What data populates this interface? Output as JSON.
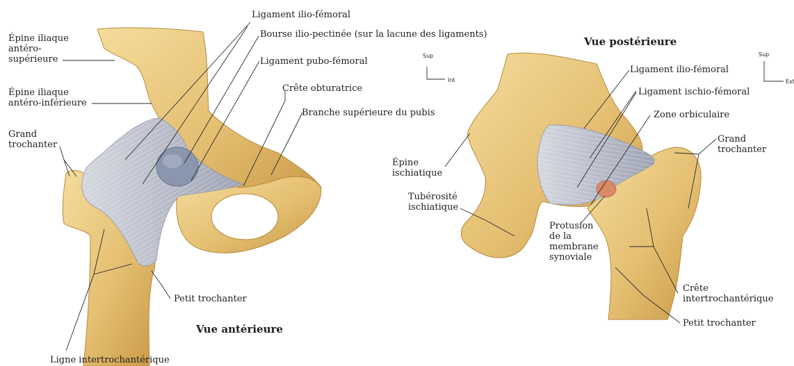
{
  "anterior": {
    "title": "Vue antérieure",
    "orientation": {
      "up": "Sup",
      "side": "Int"
    },
    "labels": {
      "epine_ant_sup": "Épine iliaque\nantéro-\nsupérieure",
      "epine_ant_inf": "Épine iliaque\nantéro-inférieure",
      "grand_trochanter": "Grand\ntrochanter",
      "ligament_ilio_femoral": "Ligament ilio-fémoral",
      "bourse": "Bourse ilio-pectinée (sur la lacune des ligaments)",
      "ligament_pubo_femoral": "Ligament pubo-fémoral",
      "crete_obturatrice": "Crête obturatrice",
      "branche_pubis": "Branche supérieure du pubis",
      "petit_trochanter": "Petit trochanter",
      "ligne_intertrochanterique": "Ligne intertrochantérique"
    }
  },
  "posterior": {
    "title": "Vue postérieure",
    "orientation": {
      "up": "Sup",
      "side": "Ext"
    },
    "labels": {
      "ligament_ilio_femoral": "Ligament ilio-fémoral",
      "ligament_ischio_femoral": "Ligament ischio-fémoral",
      "zone_orbiculaire": "Zone orbiculaire",
      "grand_trochanter": "Grand\ntrochanter",
      "epine_ischiatique": "Épine\nischiatique",
      "tuberosite": "Tubérosité\nischiatique",
      "protusion": "Protusion\nde la\nmembrane\nsynoviale",
      "crete_intertrochanterique": "Crête\nintertrochantérique",
      "petit_trochanter": "Petit trochanter"
    }
  },
  "colors": {
    "bone": "#e8c47a",
    "bone_shadow": "#c99a48",
    "ligament": "#b8bcc8",
    "bursa": "#8a96ad",
    "synovial": "#d98a66"
  }
}
